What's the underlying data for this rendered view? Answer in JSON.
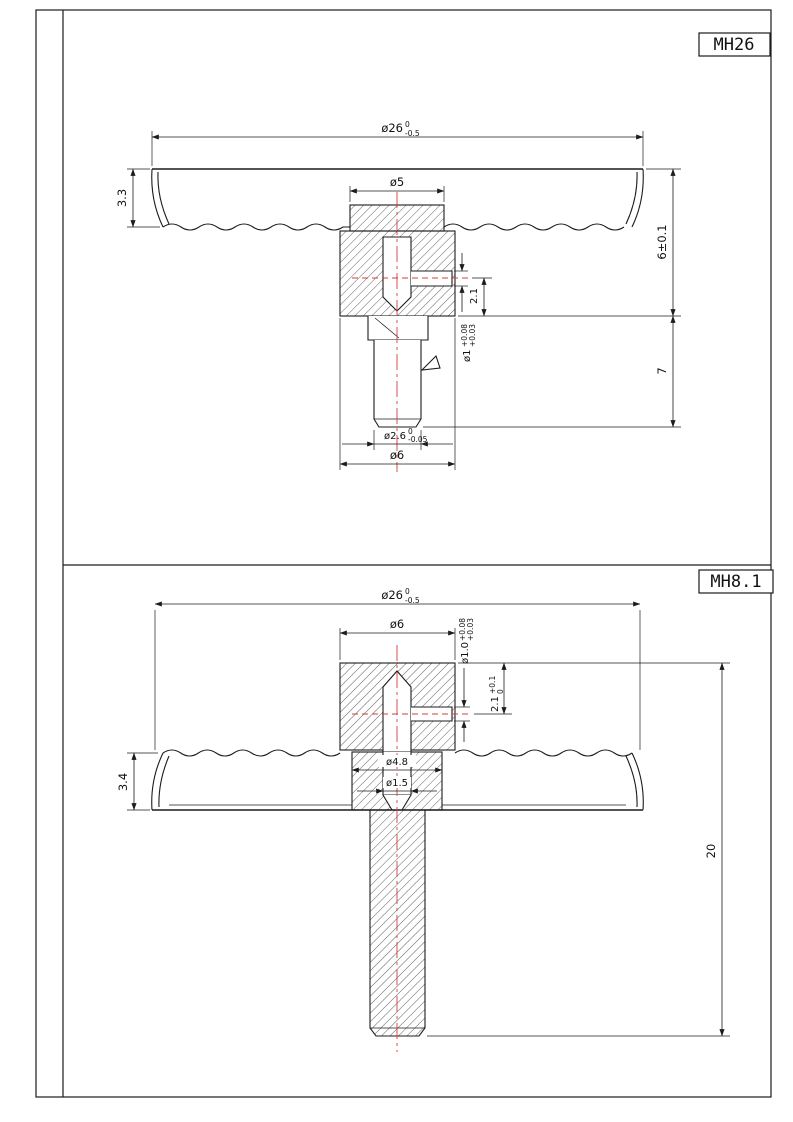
{
  "sheet": {
    "background": "#ffffff",
    "line_color": "#1c1c1c",
    "centerline_color": "#d43c3c"
  },
  "panel_top": {
    "title": "MH26",
    "dim_dia26": {
      "main": "ø26",
      "tol_up": "0",
      "tol_dn": "-0.5"
    },
    "dim_dia5": "ø5",
    "dim_33": "3.3",
    "dim_6": "6±0.1",
    "dim_21": "2.1",
    "dim_dia1": {
      "main": "ø1",
      "tol_up": "+0.08",
      "tol_dn": "+0.03"
    },
    "dim_7": "7",
    "dim_dia26_stem": {
      "main": "ø2.6",
      "tol_up": "0",
      "tol_dn": "-0.05"
    },
    "dim_dia6": "ø6"
  },
  "panel_bottom": {
    "title": "MH8.1",
    "dim_dia26": {
      "main": "ø26",
      "tol_up": "0",
      "tol_dn": "-0.5"
    },
    "dim_dia6": "ø6",
    "dim_dia10": {
      "main": "ø1.0",
      "tol_up": "+0.08",
      "tol_dn": "+0.03"
    },
    "dim_21": {
      "main": "2.1",
      "tol_up": "+0.1",
      "tol_dn": "0"
    },
    "dim_34": "3.4",
    "dim_dia48": "ø4.8",
    "dim_dia15": "ø1.5",
    "dim_20": "20"
  }
}
